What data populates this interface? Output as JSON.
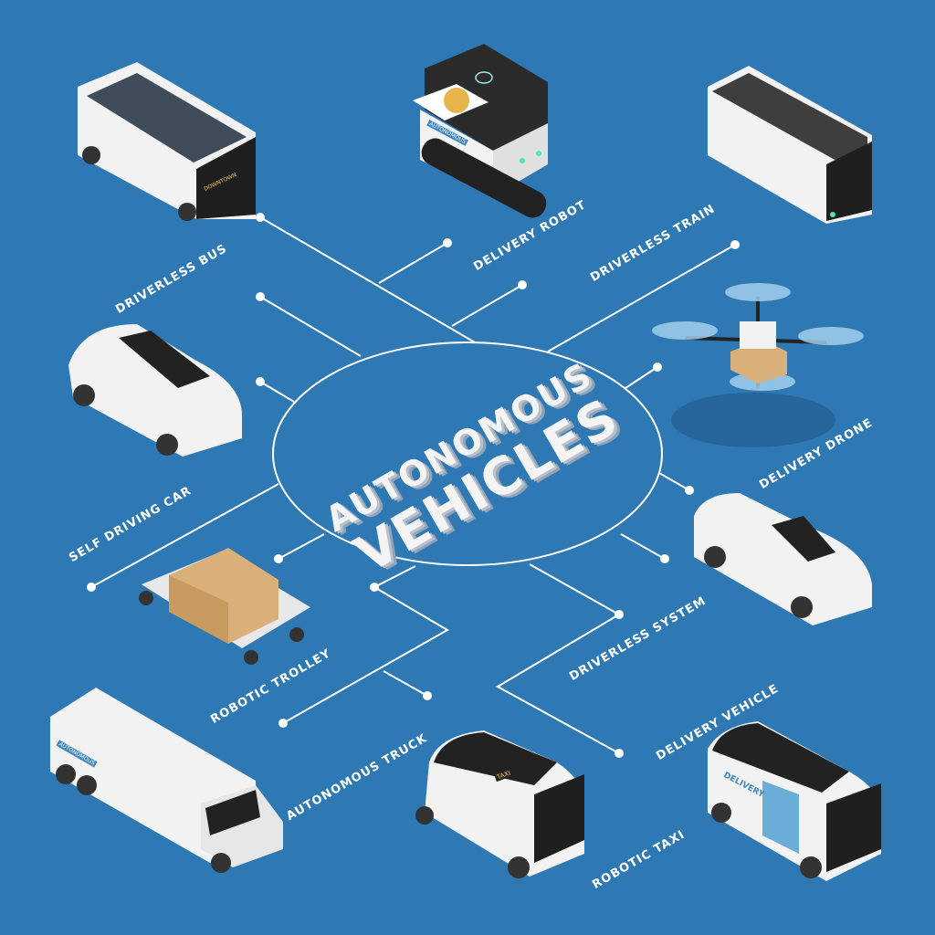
{
  "title": {
    "line1": "AUTONOMOUS",
    "line2": "VEHICLES"
  },
  "colors": {
    "background": "#2e78b4",
    "line": "#ffffff",
    "vehicle_body": "#f2f2f2",
    "vehicle_dark": "#2b2b2b",
    "box": "#d9b07a"
  },
  "labels": {
    "driverless_bus": "DRIVERLESS BUS",
    "delivery_robot": "DELIVERY ROBOT",
    "driverless_train": "DRIVERLESS TRAIN",
    "self_driving_car": "SELF DRIVING CAR",
    "delivery_drone": "DELIVERY DRONE",
    "robotic_trolley": "ROBOTIC TROLLEY",
    "driverless_system": "DRIVERLESS SYSTEM",
    "autonomous_truck": "AUTONOMOUS TRUCK",
    "delivery_vehicle": "DELIVERY VEHICLE",
    "robotic_taxi": "ROBOTIC TAXI"
  },
  "vehicle_text": {
    "bus_sign": "DOWNTOWN",
    "robot_badge": "AUTONOMOUS",
    "truck_badge": "AUTONOMOUS",
    "taxi_sign": "TAXI",
    "van_sign": "DELIVERY"
  }
}
